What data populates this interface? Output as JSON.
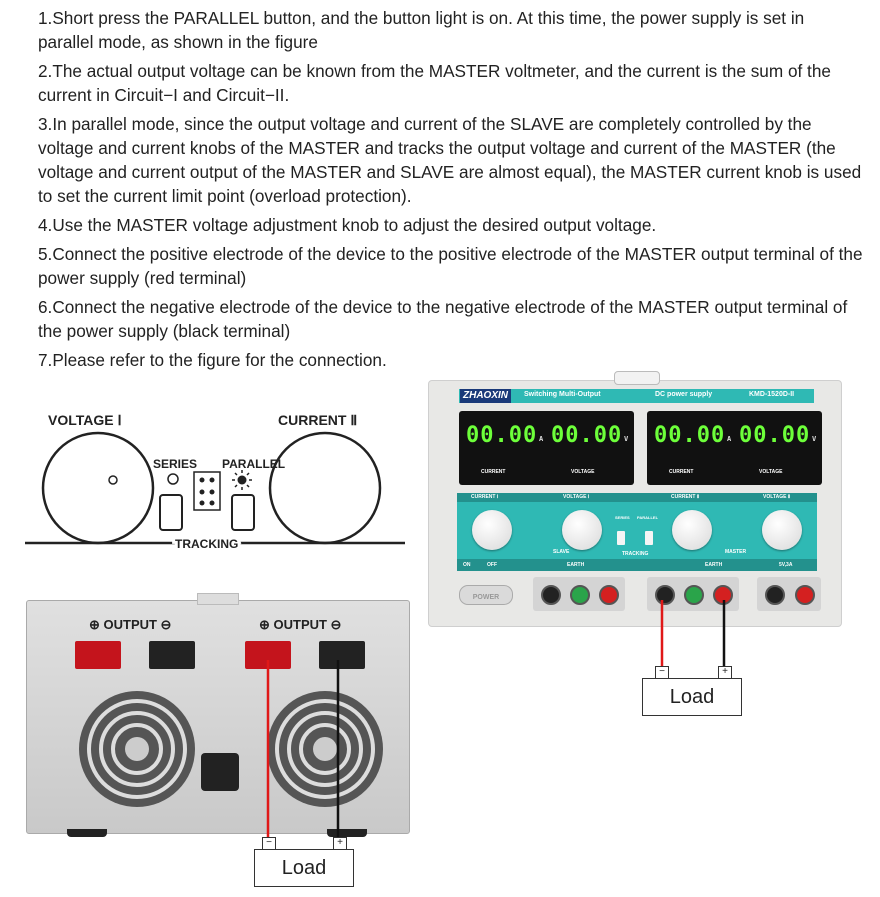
{
  "instructions": [
    "1.Short press the PARALLEL button, and the button light is on. At this time, the power supply is set in parallel mode, as shown in the figure",
    "2.The actual output voltage can be known from the MASTER voltmeter, and the current is the sum of the current in Circuit−I and Circuit−II.",
    "3.In parallel mode, since the output voltage and current of the SLAVE are completely controlled by the voltage and current knobs of the MASTER and tracks the output voltage and current of the MASTER (the voltage and current output of the MASTER and SLAVE are almost equal), the MASTER current knob is used to set the current limit point (overload protection).",
    "4.Use the MASTER voltage adjustment knob to adjust the desired output voltage.",
    "5.Connect the positive electrode of the device to the positive electrode of the MASTER output terminal of the power supply (red terminal)",
    "6.Connect the negative electrode of the device to the negative electrode of the MASTER output terminal of the power supply (black terminal)",
    "7.Please refer to the figure for the connection."
  ],
  "diagram": {
    "voltage_label": "VOLTAGE Ⅰ",
    "current_label": "CURRENT Ⅱ",
    "series_label": "SERIES",
    "parallel_label": "PARALLEL",
    "tracking_label": "TRACKING"
  },
  "front_panel": {
    "brand": "ZHAOXIN",
    "subtitle": "Switching Multi-Output",
    "product": "DC power supply",
    "model": "KMD-1520D-II",
    "display_1_left": "00.00",
    "display_1_right": "00.00",
    "display_2_left": "00.00",
    "display_2_right": "00.00",
    "unit_a": "A",
    "unit_v": "V",
    "current_caption": "CURRENT",
    "voltage_caption": "VOLTAGE",
    "section_current_1": "CURRENT Ⅰ",
    "section_voltage_1": "VOLTAGE Ⅰ",
    "section_current_2": "CURRENT Ⅱ",
    "section_voltage_2": "VOLTAGE Ⅱ",
    "series_small": "SERIES",
    "parallel_small": "PARALLEL",
    "slave_label": "SLAVE",
    "tracking_small": "TRACKING",
    "master_label": "MASTER",
    "on_label": "ON",
    "off_label": "OFF",
    "earth_label": "EARTH",
    "fixed_label": "5V,3A",
    "power_button": "POWER"
  },
  "rear_panel": {
    "output_label_1": "⊕ OUTPUT ⊖",
    "output_label_2": "⊕ OUTPUT ⊖"
  },
  "load_label_1": "Load",
  "load_label_2": "Load",
  "colors": {
    "teal": "#2fb9b4",
    "red_wire": "#e01818",
    "black_wire": "#111111"
  }
}
